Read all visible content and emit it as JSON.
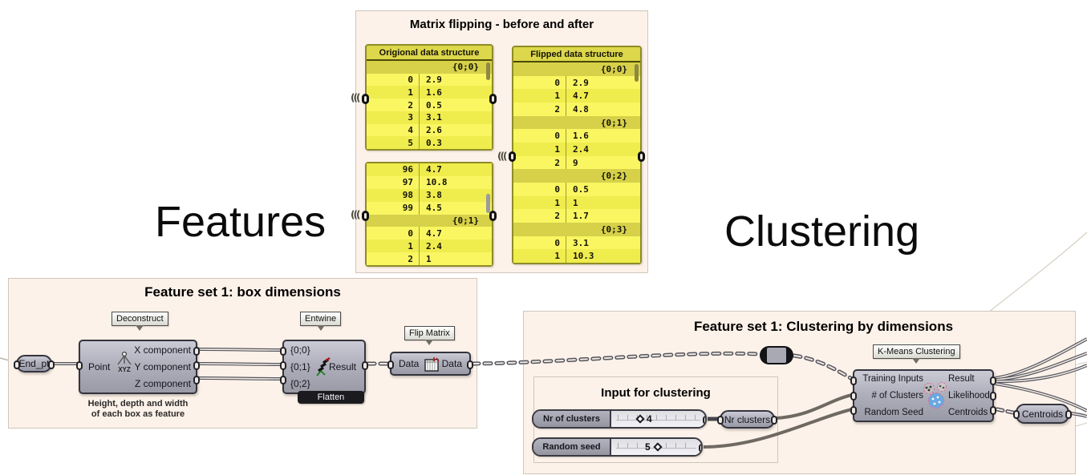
{
  "labels": {
    "features": "Features",
    "clustering": "Clustering"
  },
  "groups": {
    "matrix": {
      "title": "Matrix flipping - before and after"
    },
    "features": {
      "title": "Feature set 1: box dimensions"
    },
    "clustering": {
      "title": "Feature set 1: Clustering by dimensions"
    },
    "input": {
      "title": "Input for clustering"
    }
  },
  "panels": {
    "original": {
      "title": "Origional data structure",
      "rows": [
        [
          "path",
          "{0;0}"
        ],
        [
          "item",
          "0",
          "2.9"
        ],
        [
          "item",
          "1",
          "1.6"
        ],
        [
          "item",
          "2",
          "0.5"
        ],
        [
          "item",
          "3",
          "3.1"
        ],
        [
          "item",
          "4",
          "2.6"
        ],
        [
          "item",
          "5",
          "0.3"
        ]
      ]
    },
    "original_tail": {
      "rows": [
        [
          "item",
          "96",
          "4.7"
        ],
        [
          "item",
          "97",
          "10.8"
        ],
        [
          "item",
          "98",
          "3.8"
        ],
        [
          "item",
          "99",
          "4.5"
        ],
        [
          "path",
          "{0;1}"
        ],
        [
          "item",
          "0",
          "4.7"
        ],
        [
          "item",
          "1",
          "2.4"
        ],
        [
          "item",
          "2",
          "1"
        ]
      ]
    },
    "flipped": {
      "title": "Flipped data structure",
      "rows": [
        [
          "path",
          "{0;0}"
        ],
        [
          "item",
          "0",
          "2.9"
        ],
        [
          "item",
          "1",
          "4.7"
        ],
        [
          "item",
          "2",
          "4.8"
        ],
        [
          "path",
          "{0;1}"
        ],
        [
          "item",
          "0",
          "1.6"
        ],
        [
          "item",
          "1",
          "2.4"
        ],
        [
          "item",
          "2",
          "9"
        ],
        [
          "path",
          "{0;2}"
        ],
        [
          "item",
          "0",
          "0.5"
        ],
        [
          "item",
          "1",
          "1"
        ],
        [
          "item",
          "2",
          "1.7"
        ],
        [
          "path",
          "{0;3}"
        ],
        [
          "item",
          "0",
          "3.1"
        ],
        [
          "item",
          "1",
          "10.3"
        ]
      ]
    }
  },
  "params": {
    "end_pt": "End_pt",
    "nr_clusters": "Nr clusters",
    "centroids": "Centroids"
  },
  "components": {
    "deconstruct": {
      "tooltip": "Deconstruct",
      "input": "Point",
      "icon_text": "X Y Z",
      "outputs": [
        "X component",
        "Y component",
        "Z component"
      ],
      "note": [
        "Height, depth and width",
        "of each box as feature"
      ]
    },
    "entwine": {
      "tooltip": "Entwine",
      "inputs": [
        "{0;0}",
        "{0;1}",
        "{0;2}"
      ],
      "output": "Result",
      "state": "Flatten"
    },
    "flip": {
      "tooltip": "Flip Matrix",
      "input": "Data",
      "output": "Data"
    },
    "kmeans": {
      "tooltip": "K-Means Clustering",
      "inputs": [
        "Training Inputs",
        "# of Clusters",
        "Random Seed"
      ],
      "outputs": [
        "Result",
        "Likelihood",
        "Centroids"
      ]
    }
  },
  "sliders": {
    "clusters": {
      "name": "Nr of clusters",
      "value": "4"
    },
    "seed": {
      "name": "Random seed",
      "value": "5"
    }
  },
  "colors": {
    "canvas": "#ffffff",
    "group_bg": "#fdf2e9",
    "panel_yellow": "#f5f15a",
    "panel_band": "#d6d149",
    "component_gray": "#aeafbb",
    "wire": "#55555e",
    "flatten_black": "#1b1b1f",
    "kmeans_blue": "#6aa8e0",
    "kmeans_pink": "#e06a9a"
  }
}
